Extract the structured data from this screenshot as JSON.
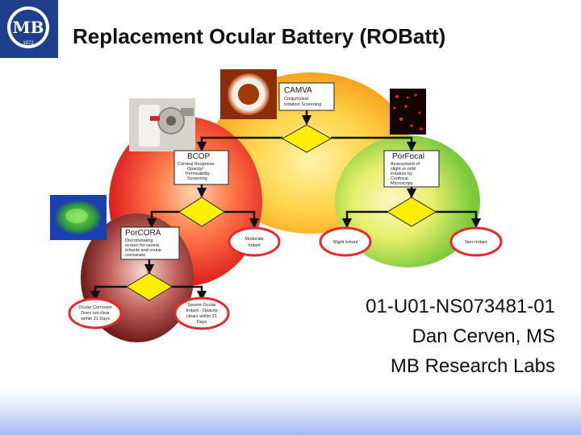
{
  "logo": {
    "monogram": "MB",
    "year": "1972"
  },
  "title": "Replacement Ocular Battery (ROBatt)",
  "flowchart": {
    "camva": {
      "title": "CAMVA",
      "desc": [
        "Conjunctival",
        "Irritation Screening"
      ]
    },
    "bcop": {
      "title": "BCOP",
      "desc": [
        "Corneal Response",
        "Opacity/",
        "Permeability",
        "Screening"
      ]
    },
    "porfocal": {
      "title": "PorFocal",
      "desc": [
        "Assessment of",
        "slight or mild",
        "irritation by",
        "Confocal",
        "Microscopy"
      ]
    },
    "porcora": {
      "title": "PorCORA",
      "desc": [
        "Discriminating",
        "screen for severe",
        "irritants and ocular",
        "corrosives"
      ]
    },
    "outcomes": {
      "moderate": [
        "Moderate",
        "Irritant"
      ],
      "slight": [
        "Slight Irritant"
      ],
      "non": [
        "Non-Irritant"
      ],
      "corrosive": [
        "Ocular Corrosive",
        "Does not clear",
        "within 21 Days"
      ],
      "severe": [
        "Severe Ocular",
        "Irritant - Opacity",
        "clears within 21",
        "Days"
      ]
    }
  },
  "credits": {
    "grant": "01-U01-NS073481-01",
    "author": "Dan Cerven, MS",
    "org": "MB Research Labs"
  },
  "colors": {
    "logo_bg": "#1f3f8c",
    "decision_diamond": "#ffee00",
    "oval_border": "#e32b2b",
    "footer_gradient": "#a4b8ee"
  }
}
